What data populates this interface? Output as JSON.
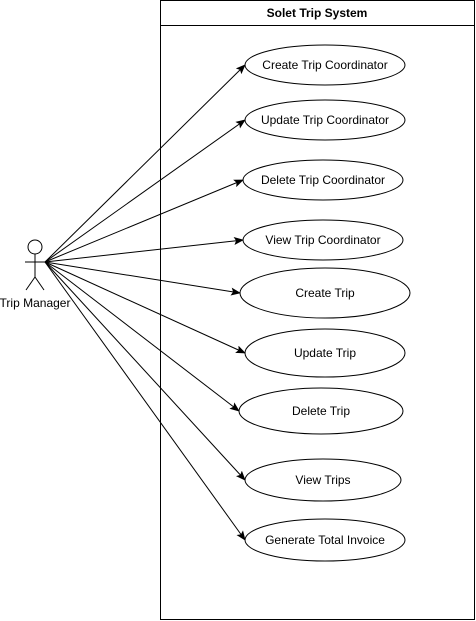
{
  "system": {
    "title": "Solet Trip System"
  },
  "actor": {
    "name": "Trip Manager"
  },
  "use_cases": [
    {
      "label": "Create Trip Coordinator"
    },
    {
      "label": "Update Trip Coordinator"
    },
    {
      "label": "Delete Trip Coordinator"
    },
    {
      "label": "View Trip Coordinator"
    },
    {
      "label": "Create Trip"
    },
    {
      "label": "Update Trip"
    },
    {
      "label": "Delete Trip"
    },
    {
      "label": "View Trips"
    },
    {
      "label": "Generate Total Invoice"
    }
  ],
  "colors": {
    "stroke": "#000000",
    "fill": "#ffffff"
  }
}
